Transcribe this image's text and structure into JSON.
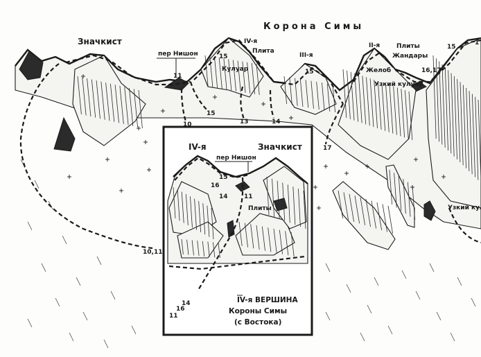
{
  "map": {
    "title": "Корона Симы",
    "peaks": {
      "znachkist": "Значкист",
      "iv": "IV-я",
      "iv_sub": "Плита",
      "iii": "III-я",
      "ii": "II-я",
      "ii_sub1": "Плиты",
      "ii_sub2": "Жандары",
      "pass": "пер Нишон"
    },
    "features": {
      "kuluar": "Кулуар",
      "zhelob": "Желоб",
      "uzkiy_kuluar": "Узкий кулуар",
      "uzkiy_kuluar_right": "Узкий кулуар"
    },
    "route_numbers": {
      "n15_iv": "15",
      "n11": "11",
      "n15_mid": "15",
      "n10": "10",
      "n13": "13",
      "n14": "14",
      "n15_iii": "15",
      "n17": "17",
      "n16_17": "16,17",
      "n15_right": "15",
      "n1_right": "1",
      "n10_11": "10,11"
    }
  },
  "inset": {
    "peak_iv": "IV-я",
    "peak_znachkist": "Значкист",
    "pass": "пер Нишон",
    "n15": "15",
    "n16": "16",
    "n14": "14",
    "n11": "11",
    "plity": "Плиты",
    "n14_low": "14",
    "n16_low": "16",
    "n11_low": "11",
    "caption_line1": "IV-я ВЕРШИНА",
    "caption_line2": "Короны Симы",
    "caption_line3": "(с Востока)"
  }
}
